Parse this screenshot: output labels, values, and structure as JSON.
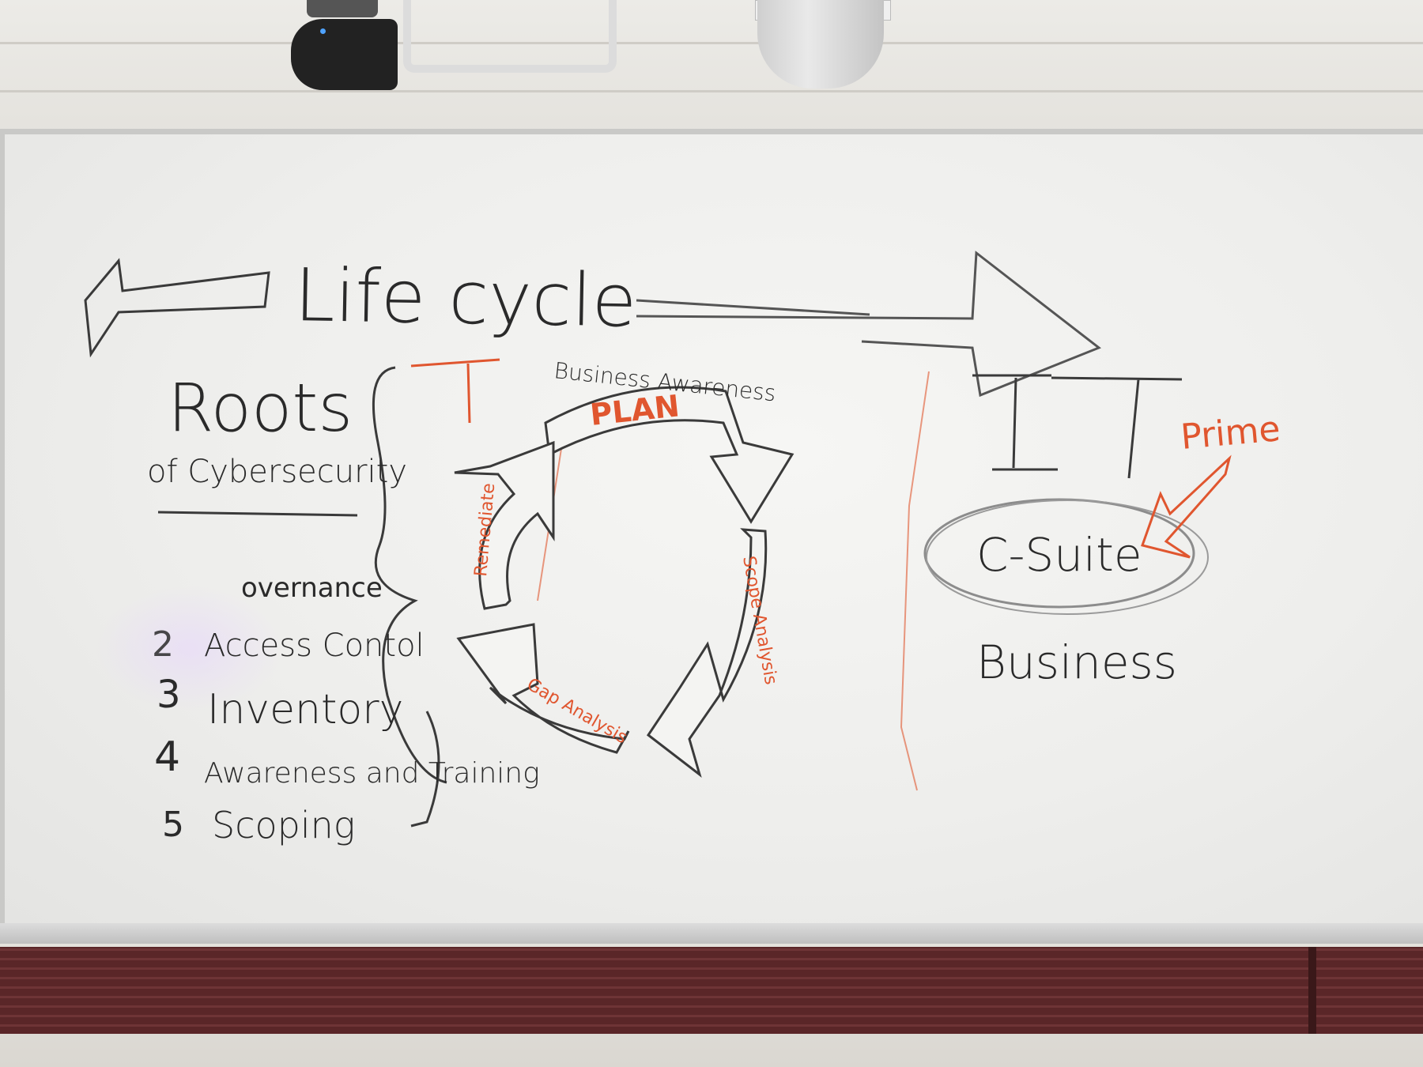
{
  "title": "Life cycle",
  "roots": {
    "heading": "Roots",
    "subheading": "of Cybersecurity",
    "items": [
      {
        "number": "",
        "label": "overnance"
      },
      {
        "number": "2",
        "label": "Access Contol"
      },
      {
        "number": "3",
        "label": "Inventory"
      },
      {
        "number": "4",
        "label": "Awareness and Training"
      },
      {
        "number": "5",
        "label": "Scoping"
      }
    ]
  },
  "cycle": {
    "top_caption": "Business Awareness",
    "stages": [
      "PLAN",
      "Scope Analysis",
      "Gap Analysis",
      "Remediate"
    ]
  },
  "right": {
    "prime": "Prime",
    "csuite": "C-Suite",
    "business": "Business"
  },
  "colors": {
    "black_marker": "#2a2a2a",
    "red_marker": "#e0562f",
    "board": "#f2f2f0"
  }
}
